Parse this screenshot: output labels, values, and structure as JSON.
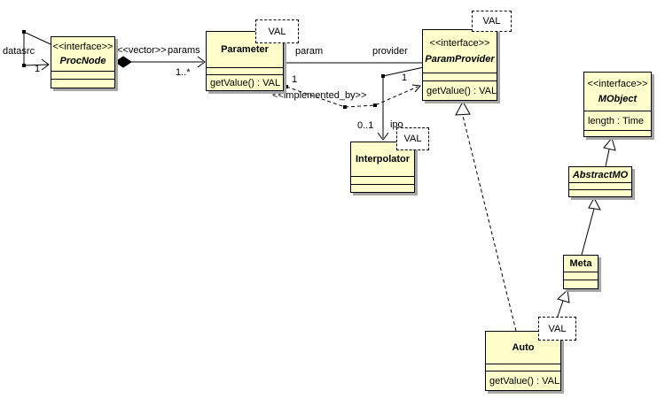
{
  "diagram_title": "UML class diagram",
  "colors": {
    "background": "#ffffff",
    "box_fill": "#ffffcc",
    "box_border": "#000000",
    "shadow": "#a6a6a6",
    "template_box_fill": "#ffffff"
  },
  "classes": {
    "procnode": {
      "stereotype": "<<interface>>",
      "name": "ProcNode"
    },
    "parameter": {
      "name": "Parameter",
      "operations": "getValue() : VAL",
      "template_param": "VAL"
    },
    "paramprovider": {
      "stereotype": "<<interface>>",
      "name": "ParamProvider",
      "operations": "getValue() : VAL",
      "template_param": "VAL"
    },
    "interpolator": {
      "name": "Interpolator",
      "template_param": "VAL"
    },
    "mobject": {
      "stereotype": "<<interface>>",
      "name": "MObject",
      "attributes": "length : Time"
    },
    "abstractmo": {
      "name": "AbstractMO"
    },
    "meta": {
      "name": "Meta"
    },
    "auto": {
      "name": "Auto",
      "operations": "getValue() : VAL",
      "template_param": "VAL"
    }
  },
  "edge_labels": {
    "datasrc": "datasrc",
    "datasrc_multiplicity": "1",
    "vector_stereotype": "<<vector>>",
    "params_role": "params",
    "params_multiplicity": "1..*",
    "param_role": "param",
    "provider_role": "provider",
    "implemented_by_stereotype": "<<implemented_by>>",
    "implemented_by_parameter_multiplicity": "1",
    "implemented_by_provider_multiplicity": "1",
    "ipo_multiplicity": "0..1",
    "ipo_role": "ipo"
  }
}
